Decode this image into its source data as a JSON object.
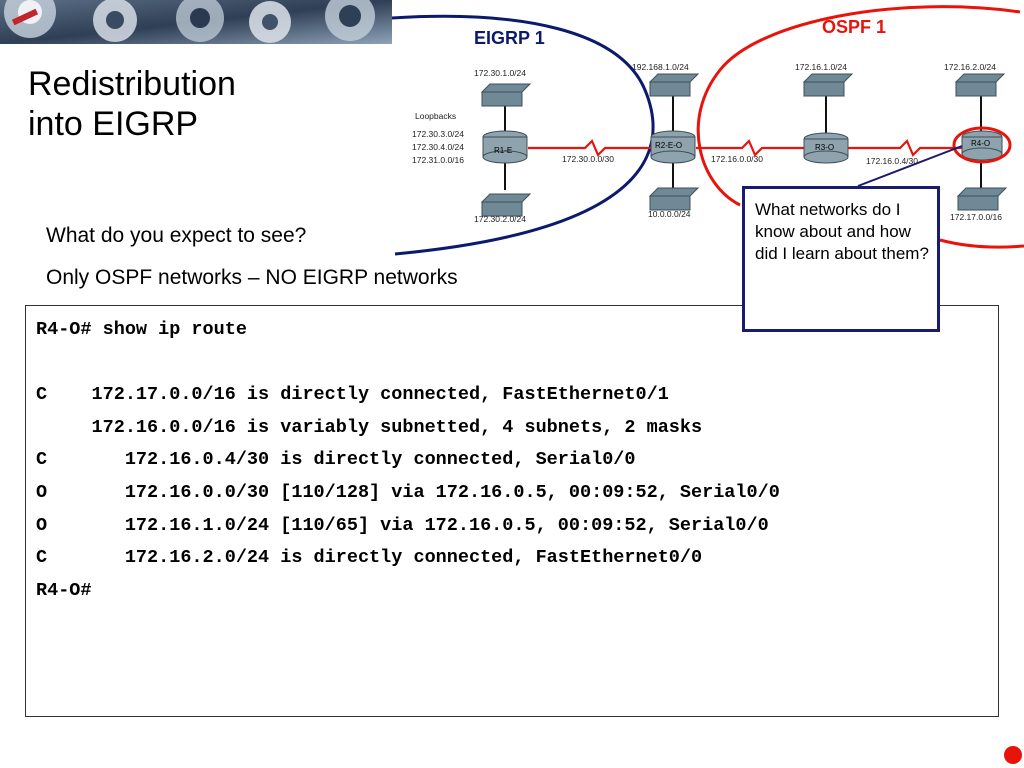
{
  "slide": {
    "title": "Redistribution\ninto EIGRP",
    "question": "What do you expect to see?",
    "answer": "Only OSPF networks – NO EIGRP networks",
    "callout": "What networks do I know about and how did I learn about them?"
  },
  "diagram": {
    "eigrp_domain_label": "EIGRP 1",
    "ospf_domain_label": "OSPF 1",
    "eigrp_color": "#0c1a6e",
    "ospf_color": "#e8140c",
    "routers": [
      "R1-E",
      "R2-E-O",
      "R3-O",
      "R4-O"
    ],
    "loopbacks_label": "Loopbacks",
    "loopbacks": [
      "172.30.3.0/24",
      "172.30.4.0/24",
      "172.31.0.0/16"
    ],
    "networks": {
      "r1_lan_top": "172.30.1.0/24",
      "r1_lan_bottom": "172.30.2.0/24",
      "r1_r2_link": "172.30.0.0/30",
      "r2_lan_top": "192.168.1.0/24",
      "r2_lan_bottom": "10.0.0.0/24",
      "r2_r3_link": "172.16.0.0/30",
      "r3_lan_top": "172.16.1.0/24",
      "r3_r4_link": "172.16.0.4/30",
      "r4_lan_top": "172.16.2.0/24",
      "r4_lan_bottom": "172.17.0.0/16"
    }
  },
  "terminal": {
    "lines": [
      "R4-O# show ip route",
      "",
      "C    172.17.0.0/16 is directly connected, FastEthernet0/1",
      "     172.16.0.0/16 is variably subnetted, 4 subnets, 2 masks",
      "C       172.16.0.4/30 is directly connected, Serial0/0",
      "O       172.16.0.0/30 [110/128] via 172.16.0.5, 00:09:52, Serial0/0",
      "O       172.16.1.0/24 [110/65] via 172.16.0.5, 00:09:52, Serial0/0",
      "C       172.16.2.0/24 is directly connected, FastEthernet0/0",
      "R4-O#"
    ]
  }
}
